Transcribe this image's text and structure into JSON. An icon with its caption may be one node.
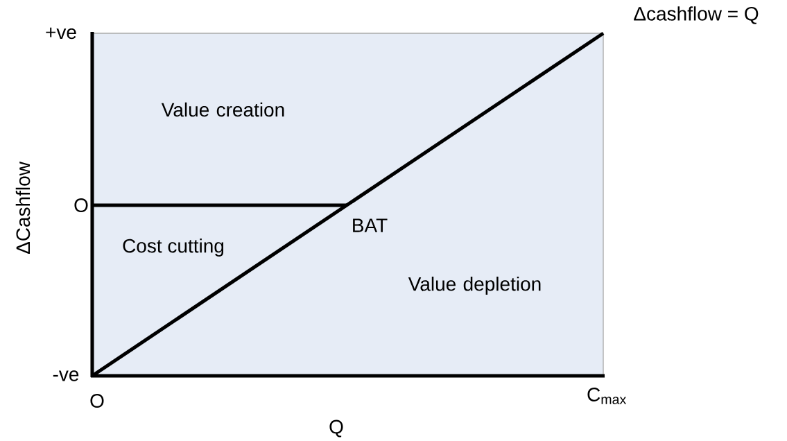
{
  "diagram": {
    "labels": [
      "Δcashflow = Q",
      "+ve",
      "Value creation",
      "ΔCashflow",
      "O",
      "BAT",
      "Cost cutting",
      "Value depletion",
      "-ve",
      "O",
      "C$_{max}$",
      "Q"
    ]
  }
}
